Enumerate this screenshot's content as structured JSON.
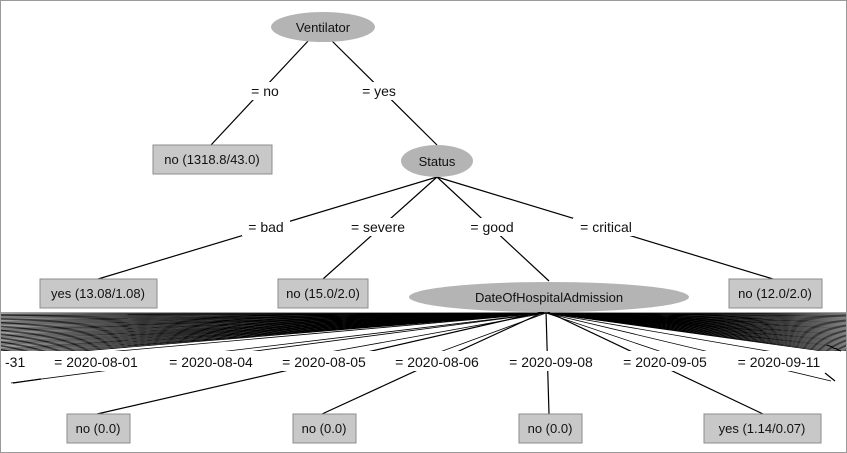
{
  "tree": {
    "root": {
      "label": "Ventilator"
    },
    "root_edges": {
      "no": "= no",
      "yes": "= yes"
    },
    "leaf_no_ventilator": "no (1318.8/43.0)",
    "status": {
      "label": "Status"
    },
    "status_edges": {
      "bad": "= bad",
      "severe": "= severe",
      "good": "= good",
      "critical": "= critical"
    },
    "leaf_bad": "yes (13.08/1.08)",
    "leaf_severe": "no (15.0/2.0)",
    "leaf_critical": "no (12.0/2.0)",
    "date_node": {
      "label": "DateOfHospitalAdmission"
    },
    "date_edges": {
      "cut_left": "-31",
      "e1": "= 2020-08-01",
      "e2": "= 2020-08-04",
      "e3": "= 2020-08-05",
      "e4": "= 2020-08-06",
      "e5": "= 2020-09-08",
      "e6": "= 2020-09-05",
      "e7": "= 2020-09-11"
    },
    "date_leaves": {
      "l1": "no (0.0)",
      "l2": "no (0.0)",
      "l3": "no (0.0)",
      "l4": "yes (1.14/0.07)"
    }
  },
  "colors": {
    "node_fill": "#b4b4b4",
    "leaf_fill": "#c8c8c8",
    "edge": "#000000",
    "background": "#ffffff"
  }
}
